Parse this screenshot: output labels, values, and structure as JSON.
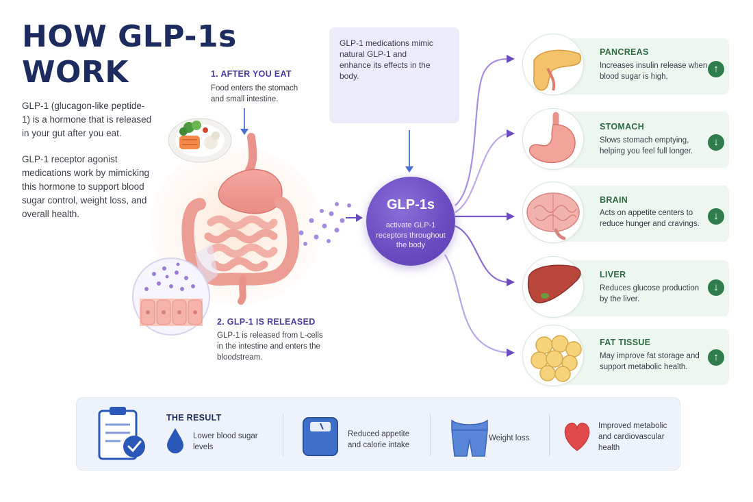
{
  "title": {
    "line1": "HOW GLP-1s",
    "line2": "WORK"
  },
  "intro": {
    "p1": "GLP-1 (glucagon-like peptide-1) is a hormone that is released in your gut after you eat.",
    "p2": "GLP-1 receptor agonist medications work by mimicking this hormone to support blood sugar control, weight loss, and overall health."
  },
  "steps": [
    {
      "title": "1. AFTER YOU EAT",
      "text": "Food enters the stomach and small intestine."
    },
    {
      "title": "2. GLP-1 IS RELEASED",
      "text": "GLP-1 is released from L-cells in the intestine and enters the bloodstream."
    }
  ],
  "medication": {
    "text": "GLP-1 medications mimic natural GLP-1 and enhance its effects in the body."
  },
  "hub": {
    "title": "GLP-1s",
    "text": "activate GLP-1 receptors throughout the body"
  },
  "organs": [
    {
      "name": "PANCREAS",
      "desc": "Increases insulin release when blood sugar is high.",
      "direction": "up",
      "icon": "pancreas-icon"
    },
    {
      "name": "STOMACH",
      "desc": "Slows stomach emptying, helping you feel full longer.",
      "direction": "down",
      "icon": "stomach-icon"
    },
    {
      "name": "BRAIN",
      "desc": "Acts on appetite centers to reduce hunger and cravings.",
      "direction": "down",
      "icon": "brain-icon"
    },
    {
      "name": "LIVER",
      "desc": "Reduces glucose production by the liver.",
      "direction": "down",
      "icon": "liver-icon"
    },
    {
      "name": "FAT TISSUE",
      "desc": "May improve fat storage and support metabolic health.",
      "direction": "up",
      "icon": "fat-cells-icon"
    }
  ],
  "result": {
    "title": "THE RESULT",
    "items": [
      {
        "text": "Lower blood sugar levels",
        "icon": "blood-drop-icon"
      },
      {
        "text": "Reduced appetite and calorie intake",
        "icon": "scale-icon"
      },
      {
        "text": "Weight loss",
        "icon": "waist-icon"
      },
      {
        "text": "Improved metabolic and cardiovascular health",
        "icon": "heart-icon"
      }
    ]
  },
  "colors": {
    "title": "#1d2b5e",
    "accent": "#6a4bc0",
    "organ_green": "#2f7d4c",
    "card_bg": "#eef6f0"
  }
}
